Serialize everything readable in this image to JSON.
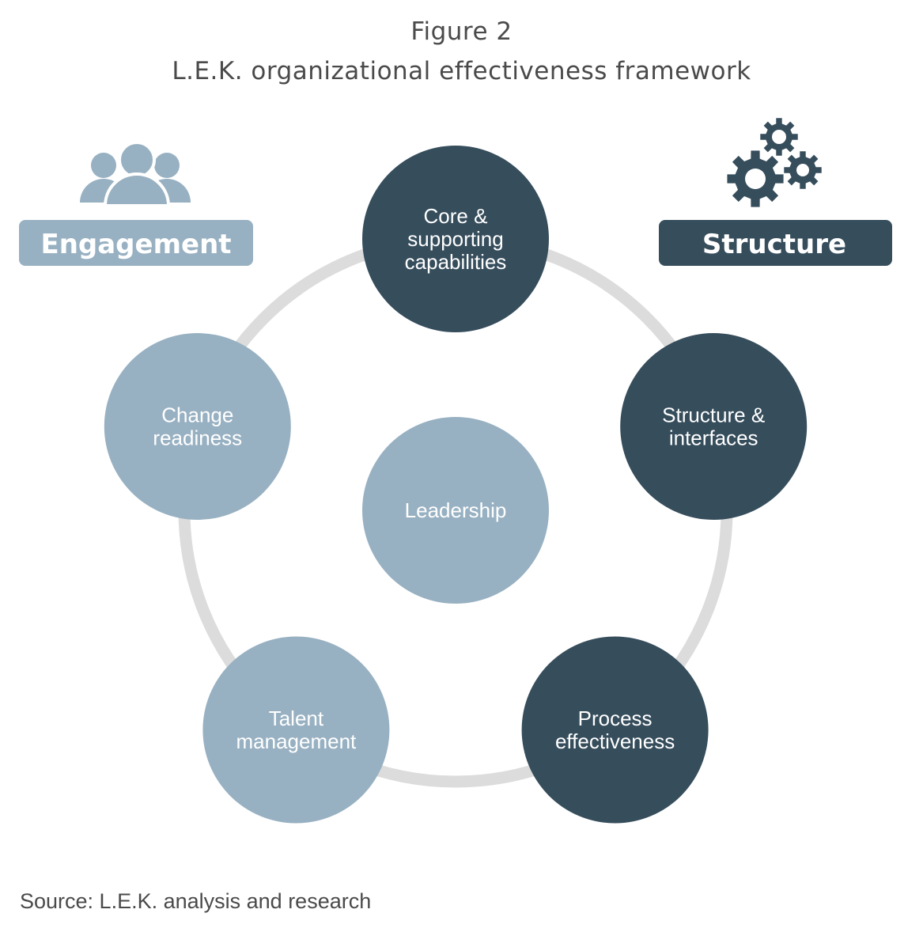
{
  "figure": {
    "number": "Figure 2",
    "title": "L.E.K. organizational effectiveness framework"
  },
  "groups": {
    "engagement": {
      "label": "Engagement",
      "icon": "people-icon",
      "color": "#98b1c2"
    },
    "structure": {
      "label": "Structure",
      "icon": "gears-icon",
      "color": "#364d5c"
    }
  },
  "nodes": [
    {
      "id": "core",
      "lines": [
        "Core &",
        "supporting",
        "capabilities"
      ],
      "group": "structure"
    },
    {
      "id": "structure-interfaces",
      "lines": [
        "Structure &",
        "interfaces"
      ],
      "group": "structure"
    },
    {
      "id": "process",
      "lines": [
        "Process",
        "effectiveness"
      ],
      "group": "structure"
    },
    {
      "id": "talent",
      "lines": [
        "Talent",
        "management"
      ],
      "group": "engagement"
    },
    {
      "id": "change",
      "lines": [
        "Change",
        "readiness"
      ],
      "group": "engagement"
    }
  ],
  "center": {
    "lines": [
      "Leadership"
    ],
    "group": "engagement"
  },
  "ring_color": "#dcdcdc",
  "source": "Source: L.E.K. analysis and research"
}
